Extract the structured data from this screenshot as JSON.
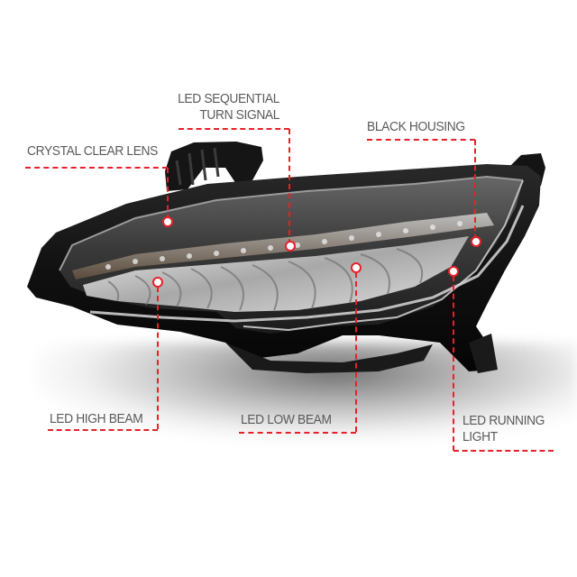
{
  "image": {
    "subject": "LED headlight assembly with black housing",
    "background_color": "#ffffff",
    "accent_color": "#e8202a",
    "label_color": "#5a5a5a"
  },
  "callouts": [
    {
      "id": "crystal-clear-lens",
      "lines": [
        "CRYSTAL CLEAR LENS"
      ]
    },
    {
      "id": "led-sequential-turn-signal",
      "lines": [
        "LED SEQUENTIAL",
        "TURN SIGNAL"
      ]
    },
    {
      "id": "black-housing",
      "lines": [
        "BLACK HOUSING"
      ]
    },
    {
      "id": "led-high-beam",
      "lines": [
        "LED HIGH BEAM"
      ]
    },
    {
      "id": "led-low-beam",
      "lines": [
        "LED LOW BEAM"
      ]
    },
    {
      "id": "led-running-light",
      "lines": [
        "LED RUNNING",
        "LIGHT"
      ]
    }
  ]
}
